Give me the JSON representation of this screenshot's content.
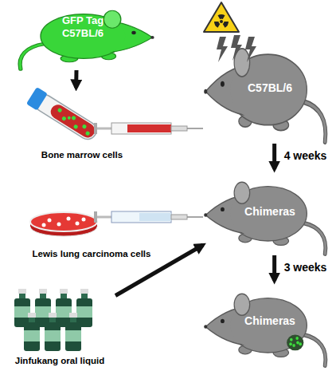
{
  "diagram": {
    "nodes": [
      {
        "text": [
          "GFP Tag C57BL/6"
        ]
      },
      {
        "text": [
          "Bone marrow cells"
        ]
      },
      {
        "text": [
          "C57BL/6"
        ]
      },
      {
        "text": [
          "Lewis lung carcinoma cells"
        ]
      },
      {
        "text": [
          "Chimeras"
        ]
      },
      {
        "text": [
          "Jinfukang oral liquid"
        ]
      },
      {
        "text": [
          "Chimeras"
        ]
      }
    ],
    "edges": [
      {
        "from": 0,
        "to": 1,
        "arrow": "to"
      },
      {
        "from": 1,
        "to": 2,
        "arrow": "none"
      },
      {
        "from": 2,
        "to": 4,
        "label": "4 weeks",
        "arrow": "to"
      },
      {
        "from": 3,
        "to": 4,
        "arrow": "none"
      },
      {
        "from": 5,
        "to": 4,
        "arrow": "to"
      },
      {
        "from": 4,
        "to": 6,
        "label": "3 weeks",
        "arrow": "to"
      }
    ]
  }
}
